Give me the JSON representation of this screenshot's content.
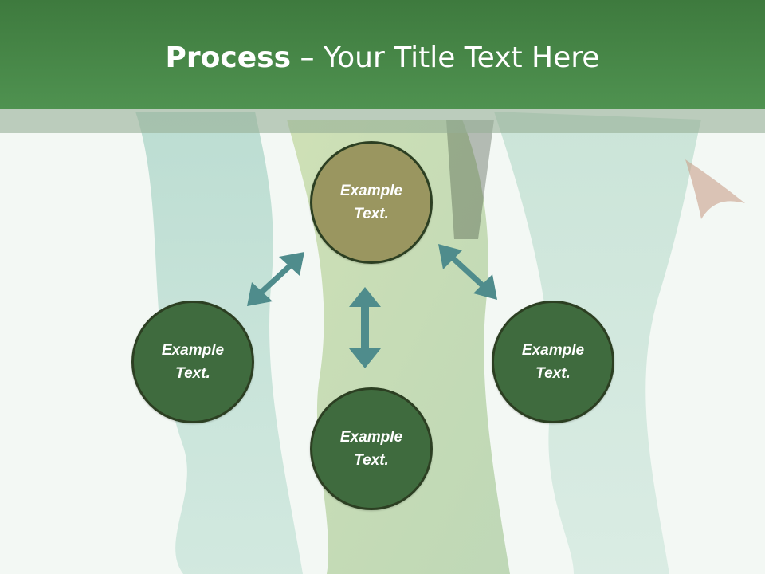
{
  "title": {
    "bold": "Process",
    "rest": " – Your Title Text Here"
  },
  "nodes": [
    {
      "id": "top",
      "line1": "Example",
      "line2": "Text.",
      "color": "#9a9660"
    },
    {
      "id": "left",
      "line1": "Example",
      "line2": "Text.",
      "color": "#3f6b3e"
    },
    {
      "id": "right",
      "line1": "Example",
      "line2": "Text.",
      "color": "#3f6b3e"
    },
    {
      "id": "bottom",
      "line1": "Example",
      "line2": "Text.",
      "color": "#3f6b3e"
    }
  ],
  "colors": {
    "header": "#4a8a4a",
    "arrow": "#4f8c8c",
    "node_border": "#2c3f22"
  }
}
